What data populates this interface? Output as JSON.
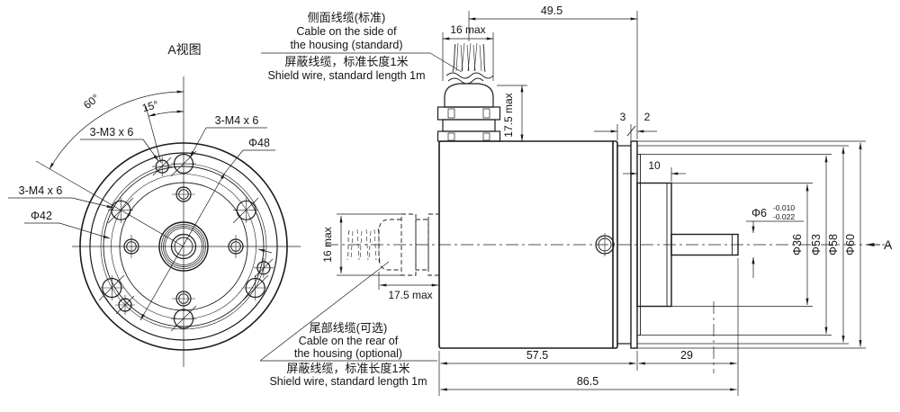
{
  "front_view": {
    "title": "A视图",
    "angle_60": "60°",
    "angle_15": "15°",
    "label_m3": "3-M3 x 6",
    "label_m4_top": "3-M4 x 6",
    "label_m4_left": "3-M4 x 6",
    "dia_bolt_circle_48": "Φ48",
    "dia_bolt_circle_42": "Φ42"
  },
  "side_view": {
    "top_cable_note": {
      "line1": "侧面线缆(标准)",
      "line2": "Cable on the side of",
      "line3": "the housing (standard)",
      "line4": "屏蔽线缆，标准长度1米",
      "line5": "Shield wire, standard length 1m"
    },
    "rear_cable_note": {
      "line1": "尾部线缆(可选)",
      "line2": "Cable on the rear of",
      "line3": "the housing (optional)",
      "line4": "屏蔽线缆，标准长度1米",
      "line5": "Shield wire, standard length 1m"
    },
    "dim_49_5": "49.5",
    "dim_cable_width": "16 max",
    "dim_cable_height": "17.5 max",
    "dim_rear_cable_height": "16 max",
    "dim_rear_cable_length": "17.5 max",
    "dim_gap_3": "3",
    "dim_gap_2": "2",
    "dim_boss_length": "10",
    "shaft": {
      "dia": "Φ6",
      "tol_upper": "-0.010",
      "tol_lower": "-0.022"
    },
    "dia_36": "Φ36",
    "dia_53": "Φ53",
    "dia_58": "Φ58",
    "dia_60": "Φ60",
    "view_label": "A",
    "dim_57_5": "57.5",
    "dim_29": "29",
    "dim_86_5": "86.5"
  }
}
